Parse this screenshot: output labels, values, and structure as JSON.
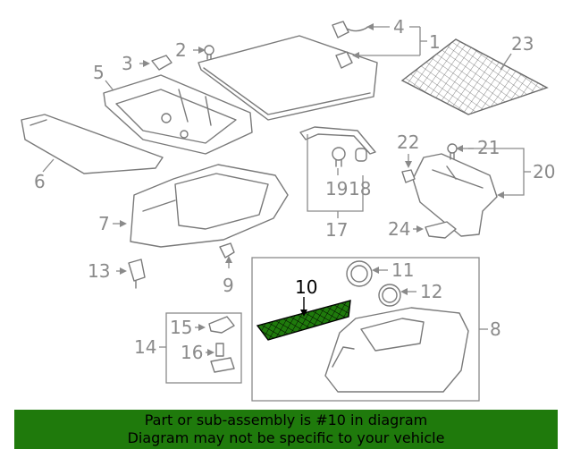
{
  "labels": {
    "p1": "1",
    "p2": "2",
    "p3": "3",
    "p4": "4",
    "p5": "5",
    "p6": "6",
    "p7": "7",
    "p8": "8",
    "p9": "9",
    "p10": "10",
    "p11": "11",
    "p12": "12",
    "p13": "13",
    "p14": "14",
    "p15": "15",
    "p16": "16",
    "p17": "17",
    "p18": "18",
    "p19": "19",
    "p20": "20",
    "p21": "21",
    "p22": "22",
    "p23": "23",
    "p24": "24"
  },
  "highlight": "10",
  "colors": {
    "banner": "#1f7a0c",
    "lines": "#7a7a7a",
    "highlight": "#000000",
    "net_fill": "#1f7a0c"
  },
  "banner": {
    "line1": "Part or sub-assembly is #10 in diagram",
    "line2": "Diagram may not be specific to your vehicle"
  }
}
